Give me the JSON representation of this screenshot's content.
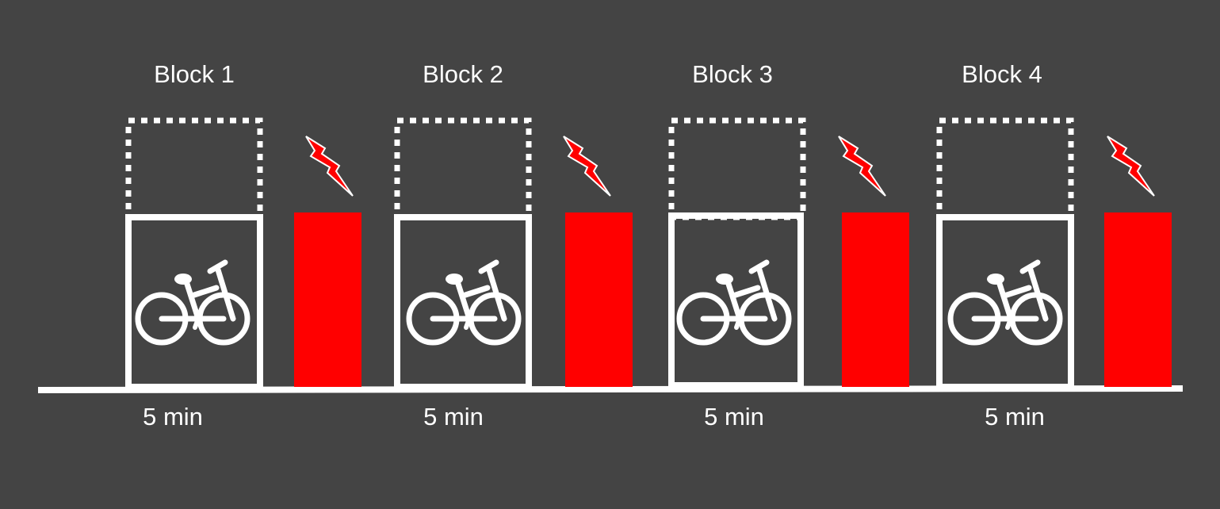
{
  "colors": {
    "background": "#444444",
    "line": "#ffffff",
    "rest_bar": "#ff0000"
  },
  "icons": {
    "exercise": "bicycle-icon",
    "stimulus": "lightning-bolt-icon"
  },
  "blocks": [
    {
      "title": "Block 1",
      "duration": "5 min"
    },
    {
      "title": "Block 2",
      "duration": "5 min"
    },
    {
      "title": "Block 3",
      "duration": "5 min"
    },
    {
      "title": "Block 4",
      "duration": "5 min"
    }
  ]
}
